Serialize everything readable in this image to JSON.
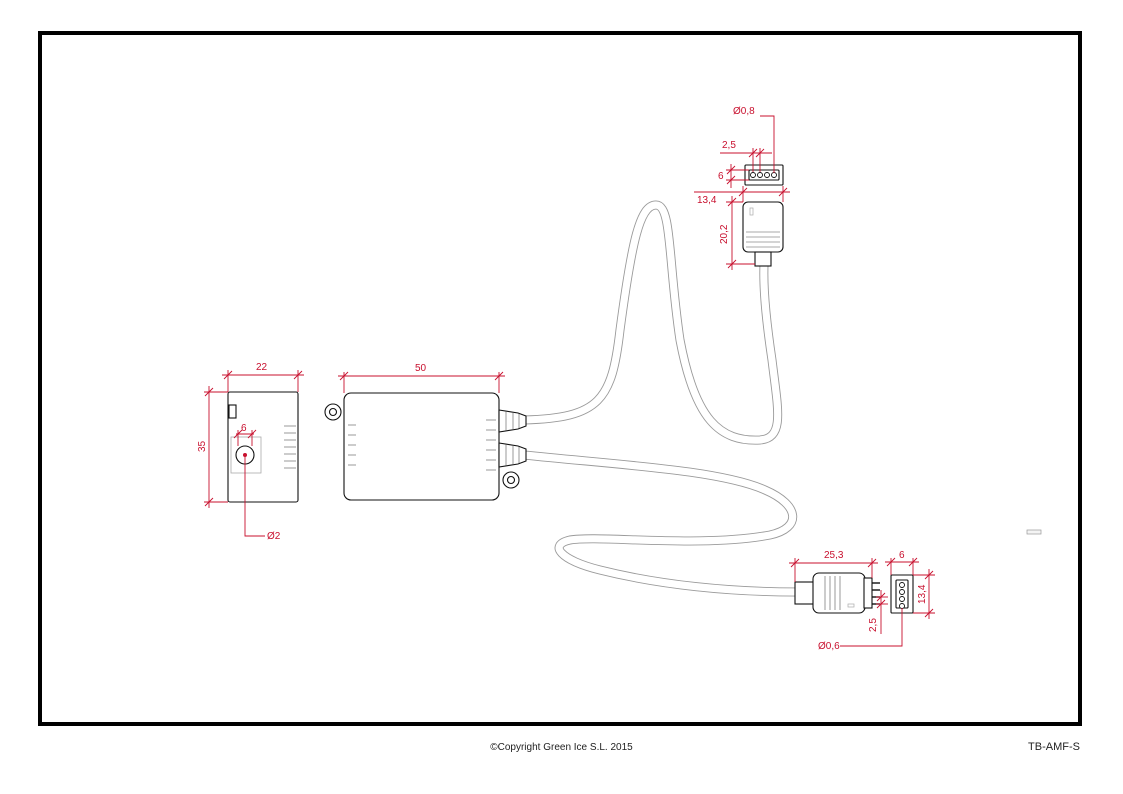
{
  "dimensions": {
    "side_width": "22",
    "side_height": "35",
    "jack_width": "6",
    "jack_hole": "Ø2",
    "box_length": "50",
    "female_pin_dia": "Ø0,8",
    "female_pitch": "2,5",
    "female_face_height": "6",
    "female_width": "13,4",
    "female_length": "20,2",
    "male_length": "25,3",
    "male_face_width": "6",
    "male_face_height": "13,4",
    "male_pitch": "2,5",
    "male_pin_dia": "Ø0,6"
  },
  "footer": {
    "copyright": "©Copyright Green Ice S.L. 2015",
    "reference": "TB-AMF-S"
  },
  "colors": {
    "dimension": "#c8102e",
    "outline": "#111111",
    "cable": "#9a9a9a"
  }
}
